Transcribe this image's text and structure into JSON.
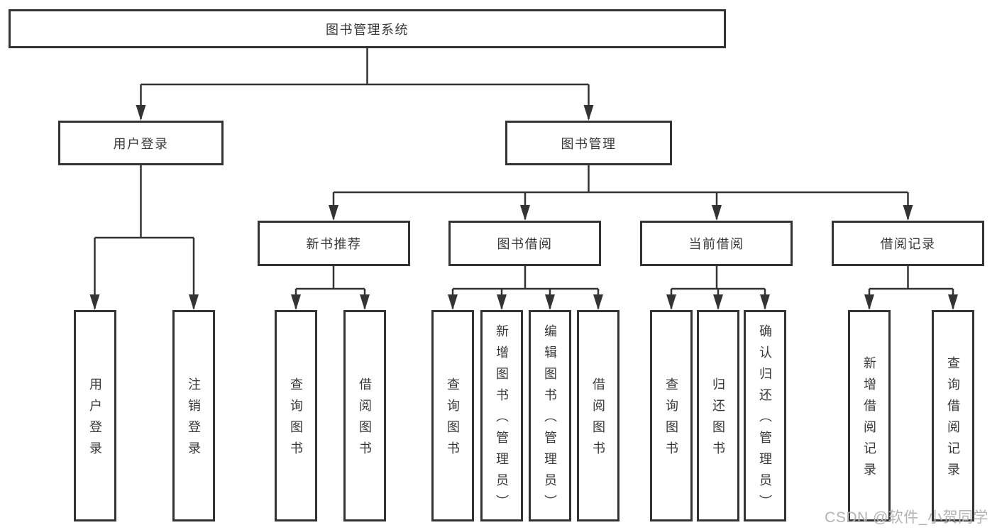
{
  "nodes": {
    "root": "图书管理系统",
    "level1": [
      "用户登录",
      "图书管理"
    ],
    "level2": [
      "新书推荐",
      "图书借阅",
      "当前借阅",
      "借阅记录"
    ],
    "leaves_user_login": [
      "用户登录",
      "注销登录"
    ],
    "leaves_new_book": [
      "查询图书",
      "借阅图书"
    ],
    "leaves_book_borrow": [
      "查询图书",
      "新增图书（管理员）",
      "编辑图书（管理员）",
      "借阅图书"
    ],
    "leaves_current_borrow": [
      "查询图书",
      "归还图书",
      "确认归还（管理员）"
    ],
    "leaves_borrow_record": [
      "新增借阅记录",
      "查询借阅记录"
    ]
  },
  "watermark": "CSDN @软件_小贺同学",
  "colors": {
    "line": "#333333",
    "text": "#383838",
    "watermark": "#b3b3b3",
    "background": "#ffffff"
  }
}
